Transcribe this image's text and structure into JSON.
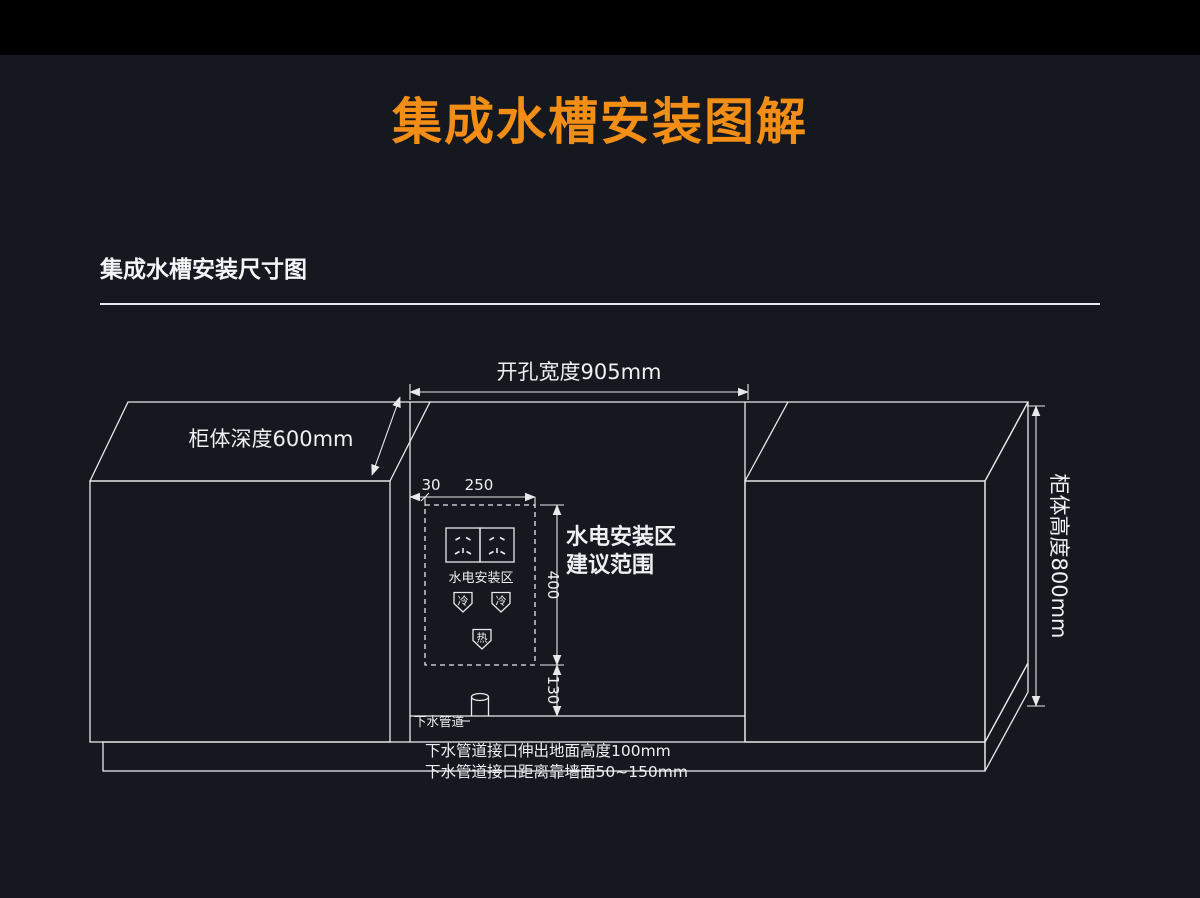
{
  "page": {
    "background_color": "#15181e",
    "topbar_color": "#000000"
  },
  "header": {
    "title": "集成水槽安装图解",
    "title_color": "#F28D15"
  },
  "section": {
    "title": "集成水槽安装尺寸图",
    "text_color": "#f2f4f6"
  },
  "diagram": {
    "line_color": "#e7e9eb",
    "dimensions": {
      "opening_width": "开孔宽度905mm",
      "cabinet_depth": "柜体深度600mm",
      "cabinet_height": "柜体高度800mm",
      "zone_left_offset": "30",
      "zone_width": "250",
      "zone_height": "400",
      "zone_floor_gap": "130"
    },
    "utility_zone": {
      "outlet_label": "水电安装区",
      "note_line1": "水电安装区",
      "note_line2": "建议范围",
      "cold_valve": "冷",
      "hot_valve": "热"
    },
    "drain": {
      "label": "下水管道",
      "note1": "下水管道接口伸出地面高度100mm",
      "note2": "下水管道接口距离靠墙面50~150mm"
    }
  }
}
